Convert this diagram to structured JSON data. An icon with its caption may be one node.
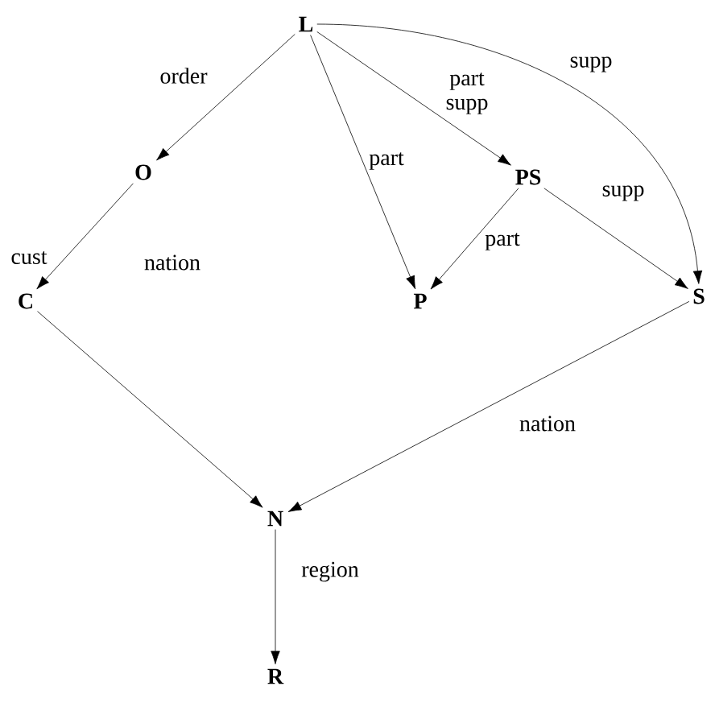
{
  "diagram": {
    "nodes": [
      {
        "text": [
          "L"
        ]
      },
      {
        "text": [
          "O"
        ]
      },
      {
        "text": [
          "C"
        ]
      },
      {
        "text": [
          "PS"
        ]
      },
      {
        "text": [
          "P"
        ]
      },
      {
        "text": [
          "S"
        ]
      },
      {
        "text": [
          "N"
        ]
      },
      {
        "text": [
          "R"
        ]
      }
    ],
    "edges": [
      {
        "from": 0,
        "to": 1,
        "arrow": "to",
        "label": "order"
      },
      {
        "from": 1,
        "to": 2,
        "arrow": "to",
        "label": "cust"
      },
      {
        "from": 0,
        "to": 4,
        "arrow": "to",
        "label": "part"
      },
      {
        "from": 0,
        "to": 3,
        "arrow": "to",
        "label": "part supp"
      },
      {
        "from": 0,
        "to": 5,
        "arrow": "to",
        "label": "supp"
      },
      {
        "from": 3,
        "to": 4,
        "arrow": "to",
        "label": "part"
      },
      {
        "from": 3,
        "to": 5,
        "arrow": "to",
        "label": "supp"
      },
      {
        "from": 2,
        "to": 6,
        "arrow": "to",
        "label": "nation"
      },
      {
        "from": 5,
        "to": 6,
        "arrow": "to",
        "label": "nation"
      },
      {
        "from": 6,
        "to": 7,
        "arrow": "to",
        "label": "region"
      }
    ]
  }
}
